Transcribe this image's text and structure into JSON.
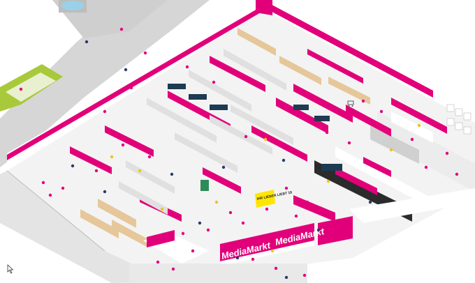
{
  "store": {
    "entrance_sign_left": "MediaMarkt",
    "entrance_sign_right": "MediaMarkt",
    "yellow_sign": "IHR LIEBER LIEBT 18"
  },
  "colors": {
    "brand_magenta": "#e2007a",
    "floor": "#f3f3f3",
    "wall_gray": "#dcdcdc",
    "back_office_gray": "#c8c8c8",
    "shelf_wood": "#e6c79a",
    "appliance_white": "#f7f7f7",
    "sign_yellow": "#ffe600",
    "green_room": "#a8c93a"
  },
  "icons": [
    "mouse-pointer-icon",
    "shopping-cart-icon"
  ]
}
